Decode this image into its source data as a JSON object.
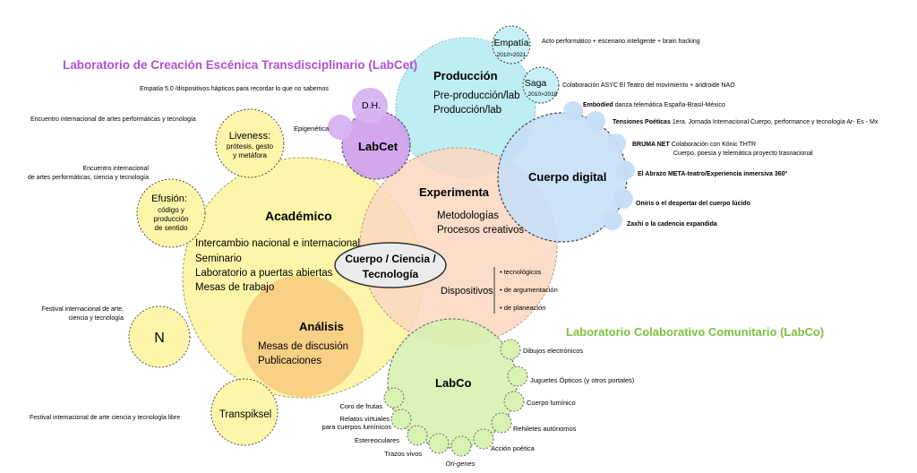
{
  "titles": {
    "labcet": "Laboratorio de  Creación Escénica Transdisciplinario (LabCet)",
    "labco": "Laboratorio Colaborativo Comunitario (LabCo)"
  },
  "colors": {
    "academico": "#fdf6a6",
    "analisis": "#f7c980",
    "experimenta": "#fbd8c0",
    "produccion": "#b8ecf3",
    "cuerpo_digital": "#c6dff7",
    "labcet": "#cfa0ec",
    "labco": "#d8f2b2",
    "labcet_title": "#b24fd6",
    "labco_title": "#7fbf3f"
  },
  "main": {
    "academico": {
      "title": "Académico",
      "items": [
        "Intercambio nacional e internacional",
        "Seminario",
        "Laboratorio a puertas abiertas",
        "Mesas de trabajo"
      ]
    },
    "analisis": {
      "title": "Análisis",
      "items": [
        "Mesas de discusión",
        "Publicaciones"
      ]
    },
    "experimenta": {
      "title": "Experimenta",
      "items": [
        "Metodologías",
        "Procesos creativos"
      ],
      "dispositivos": "Dispositivos"
    },
    "dispositivos_items": [
      "• tecnológicos",
      "• de argumentación",
      "• de planeación"
    ],
    "produccion": {
      "title": "Producción",
      "items": [
        "Pre-producción/lab",
        "Producción/lab"
      ]
    },
    "cuerpo_digital": "Cuerpo digital",
    "labcet": "LabCet",
    "dh": "D.H.",
    "labco": "LabCo",
    "center": [
      "Cuerpo / Ciencia /",
      "Tecnología"
    ]
  },
  "side_circles": {
    "empatia": {
      "label": "Empatía",
      "years": "2010>2021"
    },
    "saga": {
      "label": "Saga",
      "years": "2010>2018"
    },
    "liveness": {
      "title": "Liveness:",
      "lines": [
        "prótesis, gesto",
        "y metáfora"
      ]
    },
    "efusion": {
      "title": "Efusión:",
      "lines": [
        "código y",
        "producción",
        "de sentido"
      ]
    },
    "n": "N",
    "transpiksel": "Transpiksel"
  },
  "annotations": {
    "empatia_desc": "Acto performático + escenario inteligente + brain hacking",
    "saga_desc": "Colaboración ASYC El Teatro del movimiento  + androide NAO",
    "empatia50": "Empatía 5.0 /dispositivos hápticos para recordar lo que no sabemos",
    "epigenetica": "Epigenética",
    "encuentro1": "Encuentro internacional de artes performáticas y  tecnología",
    "encuentro2": [
      "Encuentro internacional",
      "de artes performáticas, ciencia y tecnología"
    ],
    "festival1": [
      "Festival internacional de arte,",
      "ciencia y tecnología"
    ],
    "festival2": "Festival internacional de arte ciencia y tecnología libre"
  },
  "cuerpo_digital_items": [
    {
      "bold": "Embodied",
      "rest": " danza telemática España-Brasil-México"
    },
    {
      "bold": "Tensiones Poéticas",
      "rest": "  1era. Jornada Internacional Cuerpo, performance y tecnología Ar- Es - Mx"
    },
    {
      "bold": "BRUMA NET",
      "rest": "  Colaboración con Könic THTR"
    },
    {
      "bold": "",
      "rest": "Cuerpo, poesía y telemática proyecto trasnacional"
    },
    {
      "bold": "El Abrazo META-teatro/Experiencia inmersiva 360º",
      "rest": ""
    },
    {
      "bold": "Oniris o el despertar del cuerpo lúcido",
      "rest": ""
    },
    {
      "bold": "Zaxhi o la cadencia expandida",
      "rest": ""
    }
  ],
  "labco_items": {
    "right": [
      "Dibujos electrónicos",
      "Juguetes Ópticos (y otros portales)",
      "Cuerpo lumínico",
      "Rehiletes autónomos",
      "Acción poética"
    ],
    "bottom": "Ori-genes",
    "left": [
      "Coro de frutas",
      "Relatos virtuales",
      "para cuerpos lumínicos",
      "Estereoculares",
      "Trazos vivos"
    ]
  }
}
